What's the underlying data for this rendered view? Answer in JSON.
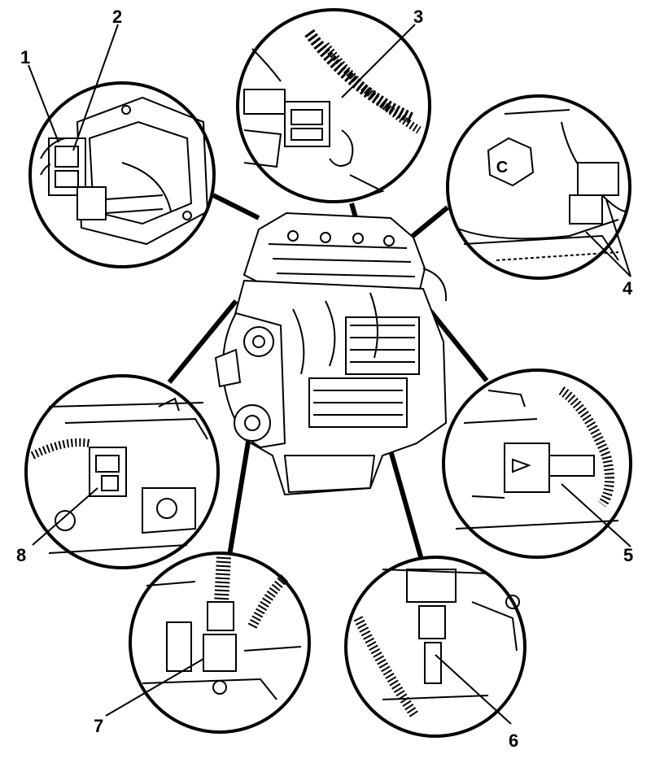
{
  "callouts": {
    "c1": "1",
    "c2": "2",
    "c3": "3",
    "c4": "4",
    "c5": "5",
    "c6": "6",
    "c7": "7",
    "c8": "8"
  },
  "detail_label": "C",
  "colors": {
    "ink": "#000000",
    "paper": "#ffffff"
  }
}
